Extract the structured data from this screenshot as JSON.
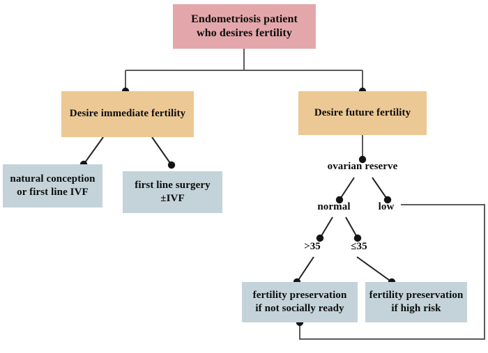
{
  "diagram": {
    "title": "Endometriosis fertility management flowchart",
    "background": "#ffffff",
    "colors": {
      "root_box": "#e3a7ab",
      "decision_box": "#ecc894",
      "outcome_box": "#c3d3d9",
      "connector": "#4d4d4d",
      "text": "#0c0c0c"
    },
    "nodes": {
      "root": "Endometriosis patient\nwho desires fertility",
      "immediate": "Desire immediate fertility",
      "future": "Desire future fertility",
      "natural": "natural conception\nor first line IVF",
      "surgery": "first line surgery\n±IVF",
      "ovarian_reserve": "ovarian reserve",
      "normal": "normal",
      "low": "low",
      "over35": ">35",
      "under35": "≤35",
      "preserve_social": "fertility preservation\nif not socially ready",
      "preserve_risk": "fertility preservation\nif high risk"
    },
    "edges": [
      {
        "from": "root",
        "to": "immediate",
        "style": "orthogonal-arrow"
      },
      {
        "from": "root",
        "to": "future",
        "style": "orthogonal-arrow"
      },
      {
        "from": "immediate",
        "to": "natural",
        "style": "diagonal-arrow"
      },
      {
        "from": "immediate",
        "to": "surgery",
        "style": "diagonal-arrow"
      },
      {
        "from": "future",
        "to": "ovarian_reserve",
        "style": "straight-arrow"
      },
      {
        "from": "ovarian_reserve",
        "to": "normal",
        "style": "diagonal-arrow"
      },
      {
        "from": "ovarian_reserve",
        "to": "low",
        "style": "diagonal-arrow"
      },
      {
        "from": "normal",
        "to": "over35",
        "style": "diagonal-arrow"
      },
      {
        "from": "normal",
        "to": "under35",
        "style": "diagonal-arrow"
      },
      {
        "from": "over35",
        "to": "preserve_social",
        "style": "diagonal-arrow"
      },
      {
        "from": "under35",
        "to": "preserve_risk",
        "style": "diagonal-arrow"
      },
      {
        "from": "low",
        "to": "preserve_social",
        "style": "orthogonal-loop-arrow"
      }
    ]
  }
}
